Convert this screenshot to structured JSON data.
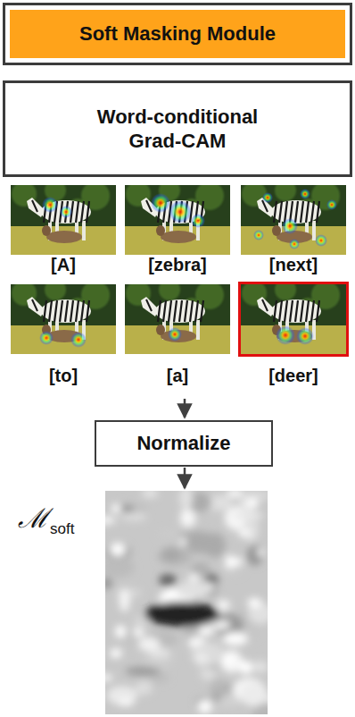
{
  "diagram": {
    "nodes": [
      {
        "text": [
          "Soft Masking Module"
        ]
      },
      {
        "text": [
          "Word-conditional Grad-CAM"
        ]
      },
      {
        "text": [
          "Normalize"
        ]
      }
    ],
    "labels": [
      "[A]",
      "[zebra]",
      "[next]",
      "[to]",
      "[a]",
      "[deer]",
      "ℳ",
      "soft"
    ]
  }
}
